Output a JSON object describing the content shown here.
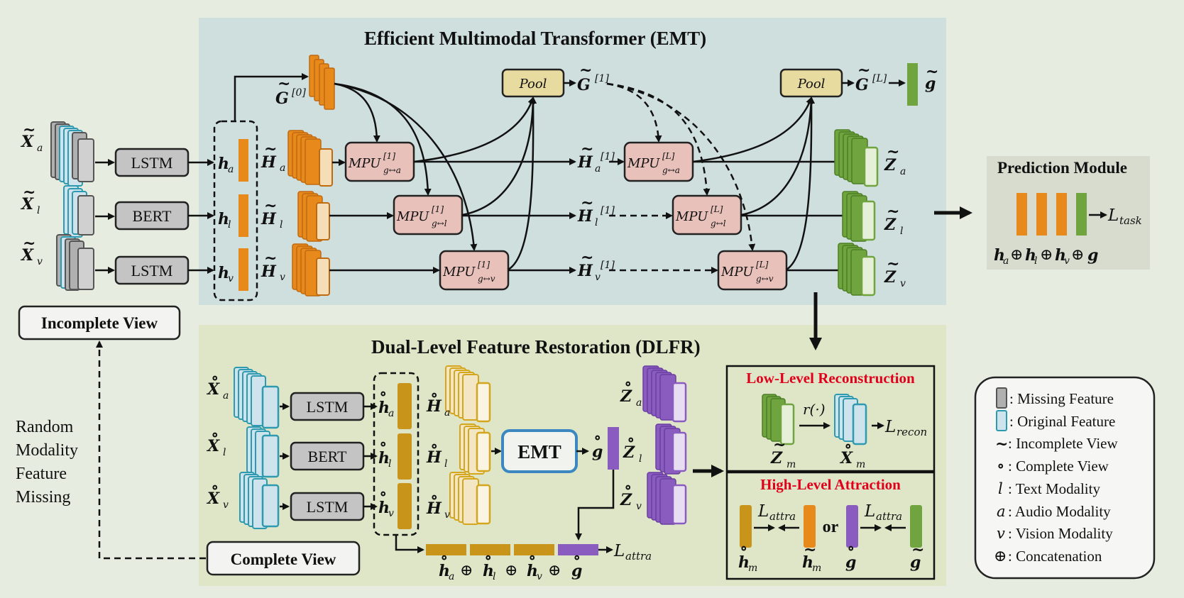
{
  "colors": {
    "emt_panel": "#cfdfdd",
    "dlfr_panel": "#dfe6c8",
    "prediction_panel": "#d8dccf",
    "orange": "#e8891c",
    "orange_light": "#f5ddb8",
    "yellow": "#d4a61c",
    "green": "#6fa43e",
    "purple": "#8a5cc0",
    "teal": "#2e9aaf",
    "teal_light": "#cfe3ec",
    "gray": "#b0b0b0",
    "pool": "#e8dba0",
    "mpu": "#e9c1bb",
    "emt_border": "#3b88c0",
    "red_text": "#e0001b"
  },
  "emt": {
    "title": "Efficient Multimodal Transformer (EMT)"
  },
  "dlfr": {
    "title": "Dual-Level Feature Restoration (DLFR)"
  },
  "encoders": {
    "lstm": "LSTM",
    "bert": "BERT"
  },
  "pool_label": "Pool",
  "mpu": {
    "name": "MPU",
    "layer1": "[1]",
    "layerL": "[L]",
    "pair_a": "g↔a",
    "pair_l": "g↔l",
    "pair_v": "g↔v"
  },
  "symbols": {
    "X": "X",
    "H": "H",
    "h": "h",
    "G": "G",
    "Z": "Z",
    "g": "g",
    "a": "a",
    "l": "l",
    "v": "v",
    "m": "m",
    "G0_sup": "[0]",
    "G1_sup": "[1]",
    "GL_sup": "[L]",
    "H1_sup": "[1]"
  },
  "prediction": {
    "title": "Prediction Module",
    "loss": "L",
    "loss_sub": "task"
  },
  "views": {
    "incomplete": "Incomplete View",
    "complete": "Complete View"
  },
  "side_note": [
    "Random",
    "Modality",
    "Feature",
    "Missing"
  ],
  "emt_box": "EMT",
  "concat": "⊕",
  "loss_attra": {
    "L": "L",
    "sub": "attra"
  },
  "low_level": {
    "title": "Low-Level Reconstruction",
    "func": "r(·)",
    "loss": "L",
    "loss_sub": "recon"
  },
  "high_level": {
    "title": "High-Level Attraction",
    "or": "or"
  },
  "legend": [
    {
      "marker": "gray-box",
      "label": ": Missing Feature"
    },
    {
      "marker": "teal-box",
      "label": ": Original Feature"
    },
    {
      "marker": "~",
      "label": ": Incomplete View"
    },
    {
      "marker": "∘",
      "label": ": Complete View"
    },
    {
      "marker": "l",
      "label": ": Text Modality"
    },
    {
      "marker": "a",
      "label": ": Audio Modality"
    },
    {
      "marker": "v",
      "label": ": Vision Modality"
    },
    {
      "marker": "⊕",
      "label": ": Concatenation"
    }
  ]
}
